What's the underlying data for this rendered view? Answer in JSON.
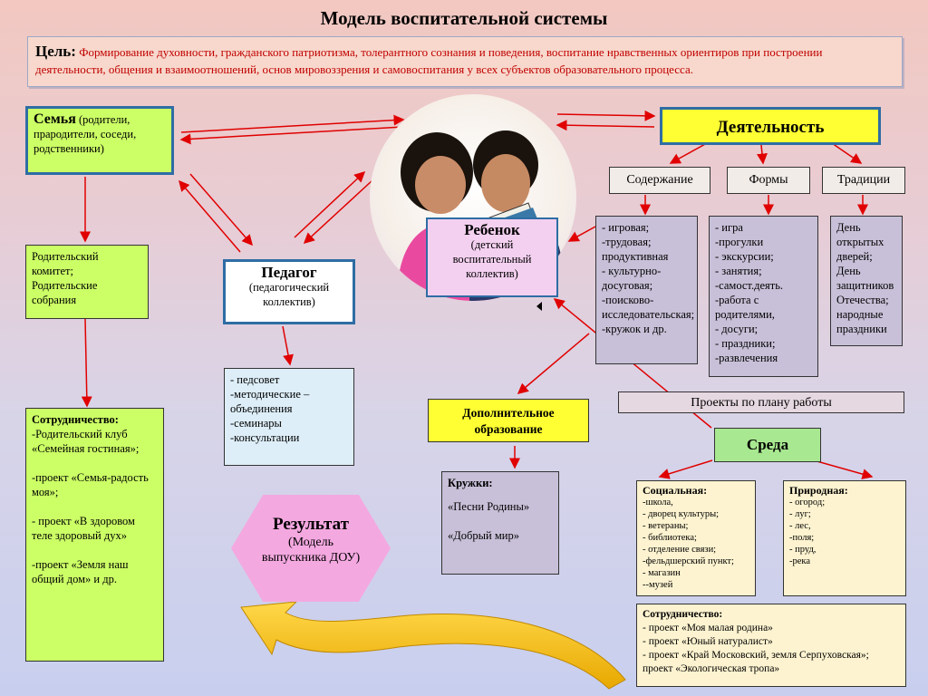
{
  "title": "Модель воспитательной системы",
  "goal": {
    "label": "Цель:",
    "text": "Формирование  духовности, гражданского патриотизма, толерантного сознания и поведения,     воспитание нравственных ориентиров при построении деятельности, общения и взаимоотношений, основ мировоззрения и самовоспитания    у всех субъектов образовательного  процесса."
  },
  "family": {
    "heading": "Семья",
    "text": " (родители, прародители, соседи, родственники)"
  },
  "parent_committee": "Родительский комитет;\nРодительские собрания",
  "cooperation_left": {
    "heading": "Сотрудничество:",
    "text": "-Родительский клуб «Семейная гостиная»;\n\n-проект «Семья-радость моя»;\n\n- проект «В здоровом теле здоровый дух»\n\n-проект «Земля наш общий дом» и др."
  },
  "teacher": {
    "heading": "Педагог",
    "sub": "(педагогический коллектив)"
  },
  "teacher_forms": "- педсовет\n-методические – объединения\n-семинары\n-консультации",
  "child": {
    "heading": "Ребенок",
    "sub": "(детский воспитательный коллектив)"
  },
  "result": {
    "heading": "Результат",
    "sub": "(Модель выпускника ДОУ)"
  },
  "activity": {
    "heading": "Деятельность",
    "content_label": "Содержание",
    "forms_label": "Формы",
    "traditions_label": "Традиции",
    "content_list": "- игровая;\n-трудовая; продуктивная\n- культурно-досуговая;\n-поисково-исследовательская;\n-кружок  и  др.",
    "forms_list": "- игра\n-прогулки\n- экскурсии;\n- занятия;\n-самост.деять.\n-работа с родителями,\n- досуги;\n- праздники;\n-развлечения",
    "traditions_list": "День открытых дверей;\nДень защитников Отечества;\nнародные праздники"
  },
  "projects_bar": "Проекты  по  плану   работы",
  "extra_education": {
    "heading": "Дополнительное образование"
  },
  "clubs": {
    "heading": "Кружки:",
    "items": "«Песни Родины»\n\n«Добрый мир»"
  },
  "environment": {
    "heading": "Среда"
  },
  "social": {
    "heading": "Социальная:",
    "items": "-школа,\n- дворец культуры;\n- ветераны;\n- библиотека;\n- отделение  связи;\n-фельдшерский пункт;\n- магазин\n--музей"
  },
  "natural": {
    "heading": "Природная:",
    "items": "- огород;\n- луг;\n- лес,\n-поля;\n- пруд,\n-река"
  },
  "cooperation_right": {
    "heading": "Сотрудничество:",
    "items": "- проект «Моя малая  родина»\n- проект «Юный натуралист»\n-  проект «Край Московский, земля Серпуховская»;\nпроект «Экологическая тропа»"
  },
  "colors": {
    "arrow": "#e00000",
    "accent_blue": "#2e6da4",
    "green_box": "#ccff66",
    "yellow_box": "#ffff33",
    "big_arrow": "#f8c000"
  }
}
